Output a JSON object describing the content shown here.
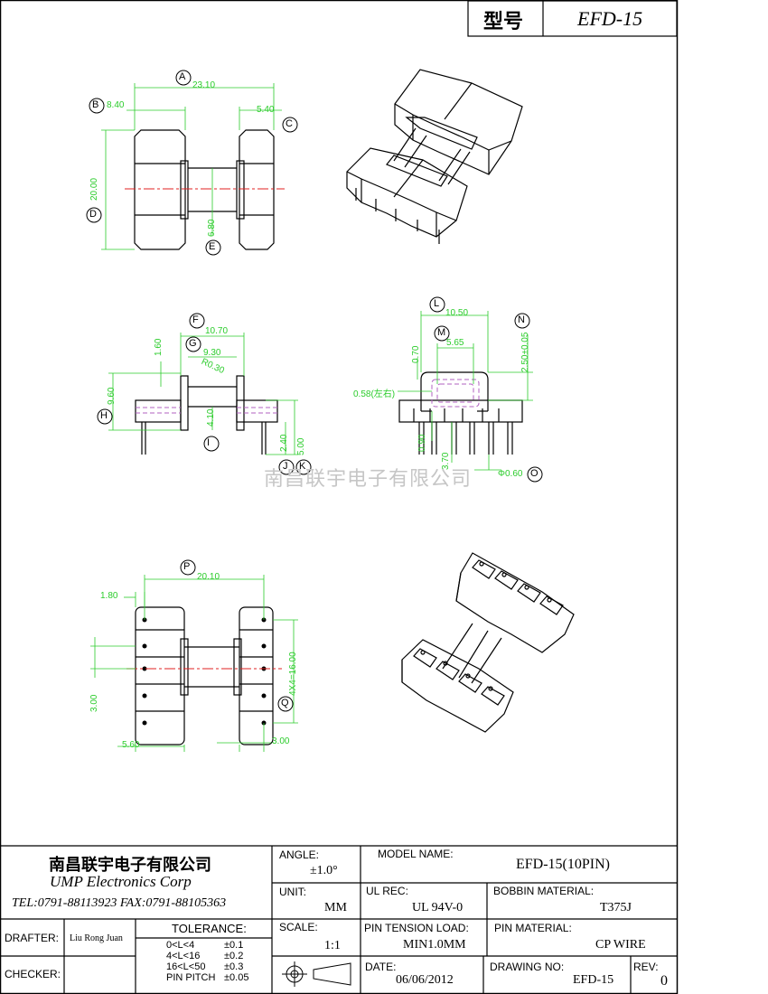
{
  "header": {
    "type_label": "型号",
    "model": "EFD-15"
  },
  "views": {
    "top": {
      "dims": {
        "a": "23.10",
        "b": "8.40",
        "c": "5.40",
        "d": "20.00",
        "e": "6.80"
      },
      "markers": {
        "a": "A",
        "b": "B",
        "c": "C",
        "d": "D",
        "e": "E"
      }
    },
    "front": {
      "dims": {
        "f": "10.70",
        "g": "9.30",
        "r": "R0.30",
        "h": "9.60",
        "s1": "1.60",
        "i": "4.10",
        "j": "2.40",
        "k": "5.00"
      },
      "markers": {
        "f": "F",
        "g": "G",
        "h": "H",
        "i": "I",
        "j": "J",
        "k": "K"
      }
    },
    "side": {
      "dims": {
        "l": "10.50",
        "m": "5.65",
        "n": "2.50±0.05",
        "s1": "0.70",
        "wall": "0.58(左右)",
        "s2": "0.90",
        "s3": "3.70",
        "o": "Φ0.60"
      },
      "markers": {
        "l": "L",
        "m": "M",
        "n": "N",
        "o": "O"
      }
    },
    "bottom": {
      "dims": {
        "p": "20.10",
        "q": "4X4=16.00",
        "s1": "1.80",
        "s2": "3.00",
        "s3": "5.60",
        "s4": "3.00"
      },
      "markers": {
        "p": "P",
        "q": "Q"
      }
    }
  },
  "watermark": "南昌联宇电子有限公司",
  "title_block": {
    "company_cn": "南昌联宇电子有限公司",
    "company_en": "UMP Electronics Corp",
    "contact": "TEL:0791-88113923   FAX:0791-88105363",
    "drafter_label": "DRAFTER:",
    "drafter": "Liu Rong Juan",
    "checker_label": "CHECKER:",
    "checker": "",
    "tolerance_label": "TOLERANCE:",
    "tolerances": [
      {
        "range": "0<L<4",
        "value": "±0.1"
      },
      {
        "range": "4<L<16",
        "value": "±0.2"
      },
      {
        "range": "16<L<50",
        "value": "±0.3"
      },
      {
        "range": "PIN PITCH",
        "value": "±0.05"
      }
    ],
    "angle_label": "ANGLE:",
    "angle": "±1.0°",
    "unit_label": "UNIT:",
    "unit": "MM",
    "scale_label": "SCALE:",
    "scale": "1:1",
    "model_name_label": "MODEL NAME:",
    "model_name": "EFD-15(10PIN)",
    "ul_rec_label": "UL REC:",
    "ul_rec": "UL 94V-0",
    "bobbin_material_label": "BOBBIN MATERIAL:",
    "bobbin_material": "T375J",
    "pin_tension_label": "PIN TENSION LOAD:",
    "pin_tension": "MIN1.0MM",
    "pin_material_label": "PIN MATERIAL:",
    "pin_material": "CP WIRE",
    "date_label": "DATE:",
    "date": "06/06/2012",
    "drawing_no_label": "DRAWING NO:",
    "drawing_no": "EFD-15",
    "rev_label": "REV:",
    "rev": "0"
  }
}
